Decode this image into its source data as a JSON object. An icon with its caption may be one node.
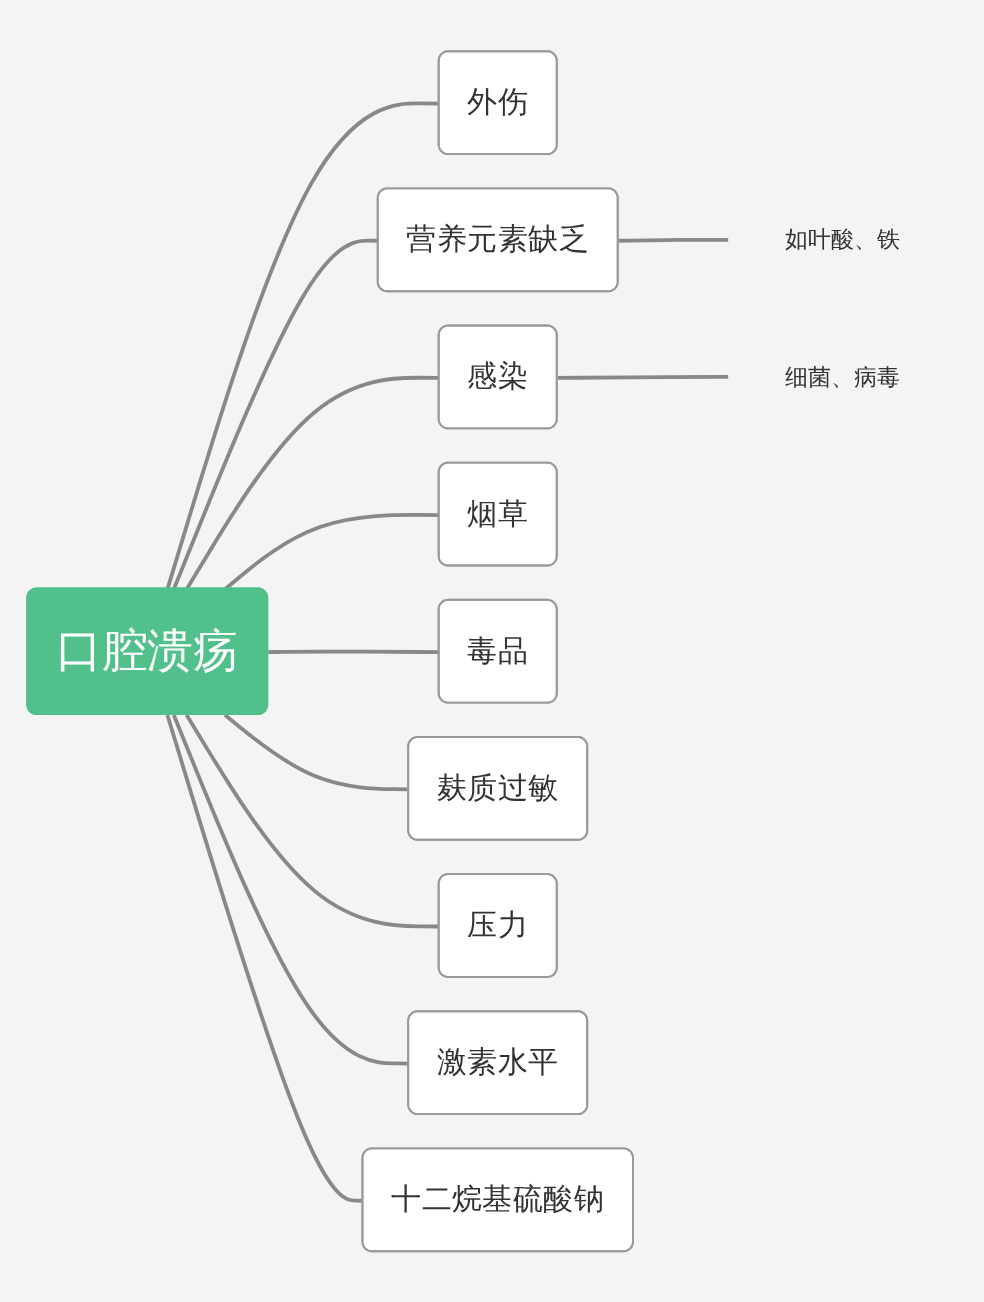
{
  "diagram": {
    "nodes": [
      {
        "text": [
          "口腔溃疡"
        ]
      },
      {
        "text": [
          "外伤"
        ]
      },
      {
        "text": [
          "营养元素缺乏"
        ]
      },
      {
        "text": [
          "如叶酸、铁"
        ]
      },
      {
        "text": [
          "感染"
        ]
      },
      {
        "text": [
          "细菌、病毒"
        ]
      },
      {
        "text": [
          "烟草"
        ]
      },
      {
        "text": [
          "毒品"
        ]
      },
      {
        "text": [
          "麸质过敏"
        ]
      },
      {
        "text": [
          "压力"
        ]
      },
      {
        "text": [
          "激素水平"
        ]
      },
      {
        "text": [
          "十二烷基硫酸钠"
        ]
      }
    ],
    "edges": [
      {
        "from": 0,
        "to": 1,
        "arrow": "none"
      },
      {
        "from": 0,
        "to": 2,
        "arrow": "none"
      },
      {
        "from": 2,
        "to": 3,
        "arrow": "none"
      },
      {
        "from": 0,
        "to": 4,
        "arrow": "none"
      },
      {
        "from": 4,
        "to": 5,
        "arrow": "none"
      },
      {
        "from": 0,
        "to": 6,
        "arrow": "none"
      },
      {
        "from": 0,
        "to": 7,
        "arrow": "none"
      },
      {
        "from": 0,
        "to": 8,
        "arrow": "none"
      },
      {
        "from": 0,
        "to": 9,
        "arrow": "none"
      },
      {
        "from": 0,
        "to": 10,
        "arrow": "none"
      },
      {
        "from": 0,
        "to": 11,
        "arrow": "none"
      }
    ]
  }
}
